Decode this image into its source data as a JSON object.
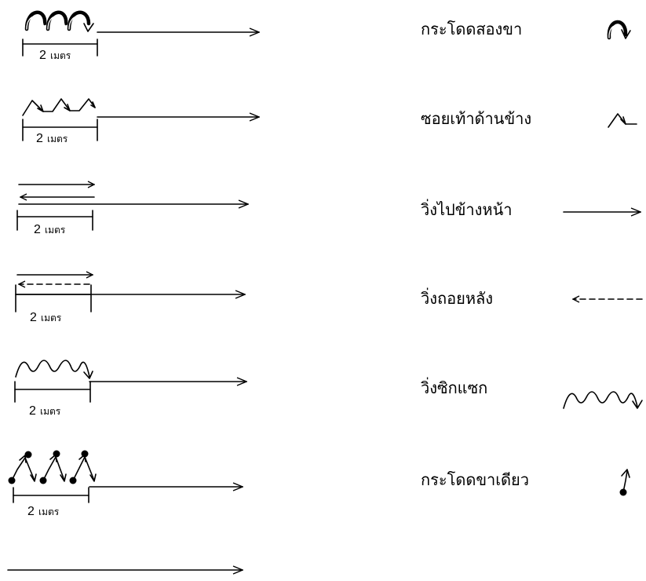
{
  "distance_value": "2",
  "distance_unit": "เมตร",
  "legend": {
    "jump_two_feet": "กระโดดสองขา",
    "side_shuffle": "ซอยเท้าด้านข้าง",
    "run_forward": "วิ่งไปข้างหน้า",
    "run_backward": "วิ่งถอยหลัง",
    "zigzag": "วิ่งซิกแซก",
    "hop_one_foot": "กระโดดขาเดียว"
  },
  "colors": {
    "ink": "#000000",
    "background": "#ffffff"
  }
}
